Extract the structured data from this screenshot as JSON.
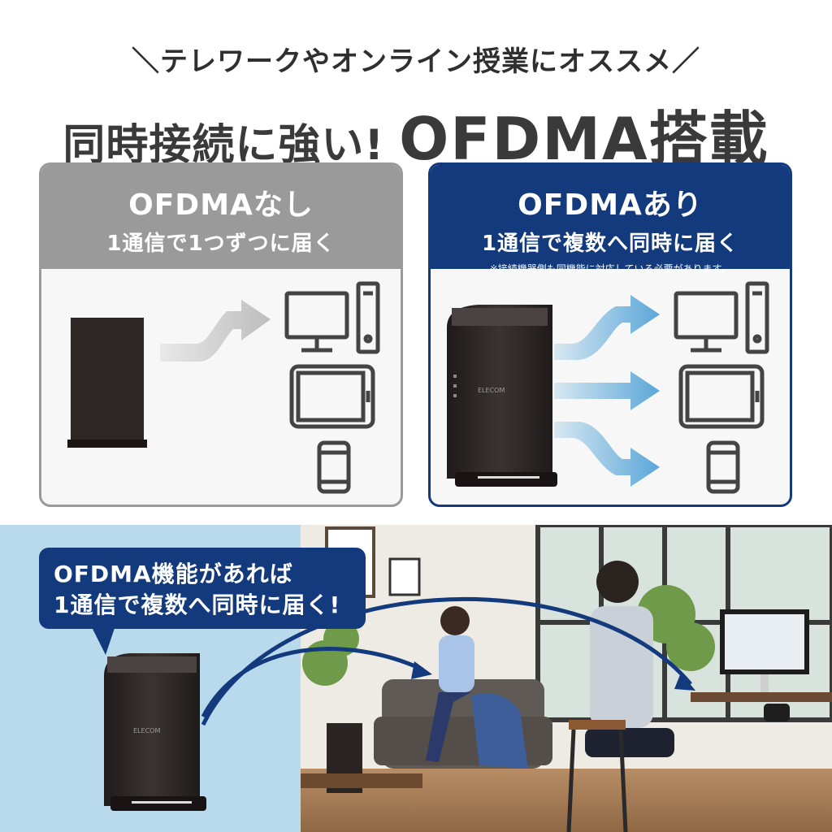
{
  "tagline": "＼テレワークやオンライン授業にオススメ／",
  "headline": {
    "jp": "同時接続に強い!",
    "big": "OFDMA搭載"
  },
  "panels": {
    "without": {
      "title": "OFDMAなし",
      "subtitle": "1通信で1つずつに届く"
    },
    "with": {
      "title": "OFDMAあり",
      "subtitle": "1通信で複数へ同時に届く",
      "note": "※接続機器側も同機能に対応している必要があります。"
    }
  },
  "router_brand": "ELECOM",
  "bubble": {
    "line1": "OFDMA機能があれば",
    "line2": "1通信で複数へ同時に届く!"
  },
  "colors": {
    "navy": "#123a7c",
    "gray": "#9a9a9a",
    "arrow_blue": "#5aa7d8",
    "arrow_gray": "#bdbdbd",
    "sky": "#b9d9ec"
  },
  "icons": [
    "router-icon",
    "desktop-pc-icon",
    "tablet-icon",
    "smartphone-icon",
    "arrow-icon"
  ]
}
